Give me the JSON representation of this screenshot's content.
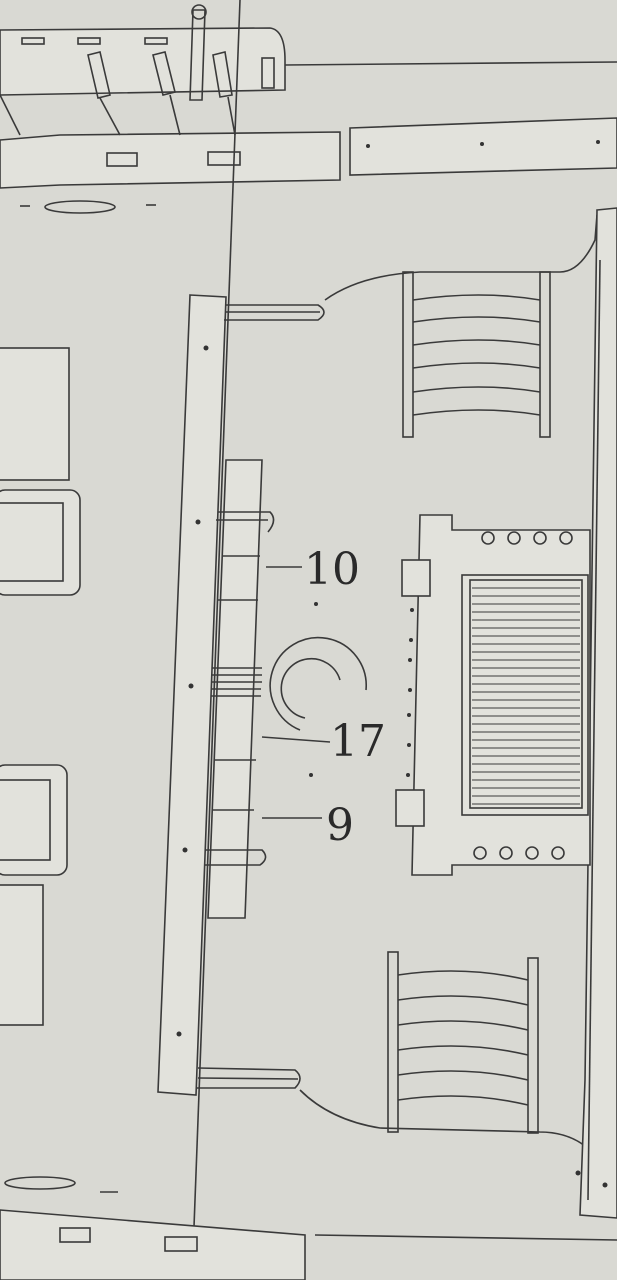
{
  "diagram": {
    "callouts": [
      {
        "id": "part-10",
        "label": "10"
      },
      {
        "id": "part-17",
        "label": "17"
      },
      {
        "id": "part-9",
        "label": "9"
      }
    ],
    "colors": {
      "paper": "#d9d9d3",
      "ink": "#3a3a3a"
    }
  }
}
